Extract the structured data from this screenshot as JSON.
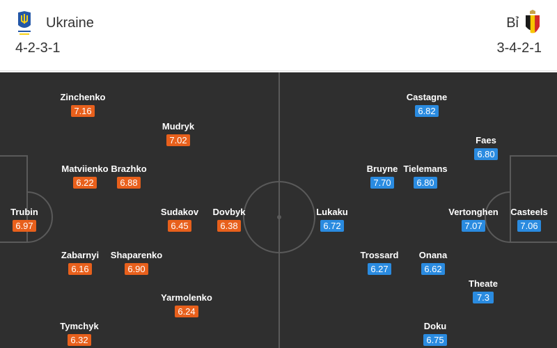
{
  "home": {
    "name": "Ukraine",
    "formation": "4-2-3-1",
    "crest_icon": "ukraine-trident-crest",
    "rating_color": "#e8601c",
    "players": [
      {
        "name": "Trubin",
        "rating": "6.97"
      },
      {
        "name": "Zinchenko",
        "rating": "7.16"
      },
      {
        "name": "Zabarnyi",
        "rating": "6.16"
      },
      {
        "name": "Tymchyk",
        "rating": "6.32"
      },
      {
        "name": "Matviienko",
        "rating": "6.22"
      },
      {
        "name": "Brazhko",
        "rating": "6.88"
      },
      {
        "name": "Shaparenko",
        "rating": "6.90"
      },
      {
        "name": "Mudryk",
        "rating": "7.02"
      },
      {
        "name": "Sudakov",
        "rating": "6.45"
      },
      {
        "name": "Yarmolenko",
        "rating": "6.24"
      },
      {
        "name": "Dovbyk",
        "rating": "6.38"
      }
    ]
  },
  "away": {
    "name": "Bỉ",
    "formation": "3-4-2-1",
    "crest_icon": "belgium-shield-crest",
    "rating_color": "#2a8be0",
    "players": [
      {
        "name": "Casteels",
        "rating": "7.06"
      },
      {
        "name": "Faes",
        "rating": "6.80"
      },
      {
        "name": "Vertonghen",
        "rating": "7.07"
      },
      {
        "name": "Theate",
        "rating": "7.3"
      },
      {
        "name": "Castagne",
        "rating": "6.82"
      },
      {
        "name": "Tielemans",
        "rating": "6.80"
      },
      {
        "name": "Onana",
        "rating": "6.62"
      },
      {
        "name": "Doku",
        "rating": "6.75"
      },
      {
        "name": "Bruyne",
        "rating": "7.70"
      },
      {
        "name": "Trossard",
        "rating": "6.27"
      },
      {
        "name": "Lukaku",
        "rating": "6.72"
      }
    ]
  },
  "pitch_color": "#2f2f2f"
}
